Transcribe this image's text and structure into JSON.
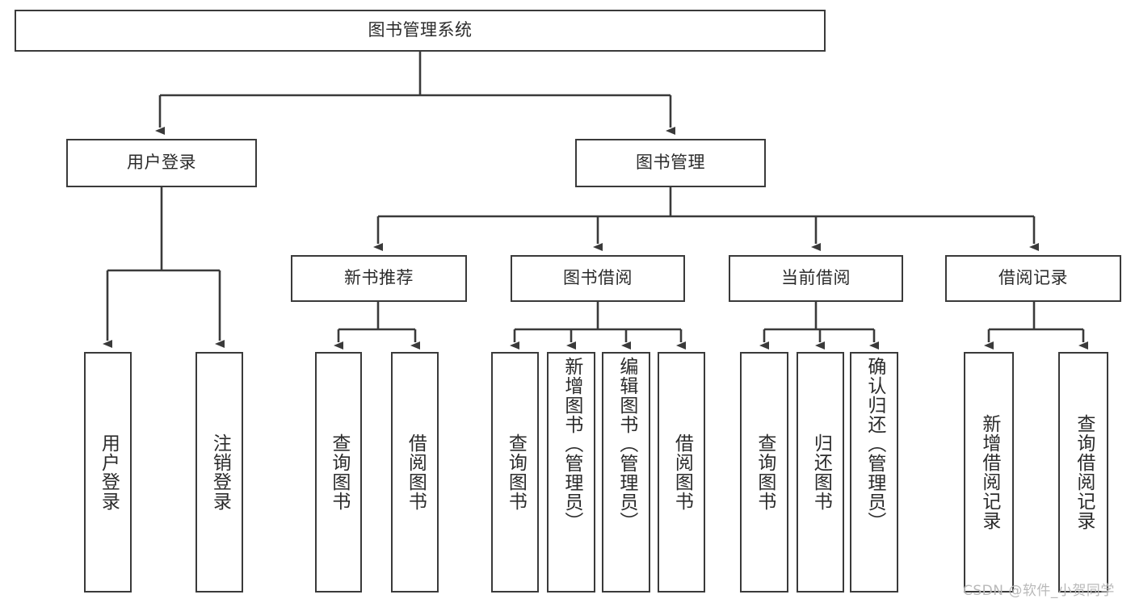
{
  "diagram": {
    "title": "图书管理系统",
    "type": "tree-hierarchy-chart",
    "root": {
      "id": "root",
      "label": "图书管理系统"
    },
    "level2": [
      {
        "id": "user-login",
        "label": "用户登录"
      },
      {
        "id": "book-manage",
        "label": "图书管理"
      }
    ],
    "level3": [
      {
        "id": "new-book-rec",
        "label": "新书推荐"
      },
      {
        "id": "book-borrow",
        "label": "图书借阅"
      },
      {
        "id": "current-borrow",
        "label": "当前借阅"
      },
      {
        "id": "borrow-record",
        "label": "借阅记录"
      }
    ],
    "leaves": [
      {
        "id": "leaf-user-login",
        "label": "用户登录",
        "parent": "user-login"
      },
      {
        "id": "leaf-user-logout",
        "label": "注销登录",
        "parent": "user-login"
      },
      {
        "id": "leaf-query-book-1",
        "label": "查询图书",
        "parent": "new-book-rec"
      },
      {
        "id": "leaf-borrow-book-1",
        "label": "借阅图书",
        "parent": "new-book-rec"
      },
      {
        "id": "leaf-query-book-2",
        "label": "查询图书",
        "parent": "book-borrow"
      },
      {
        "id": "leaf-add-book",
        "label": "新增图书（管理员）",
        "parent": "book-borrow"
      },
      {
        "id": "leaf-edit-book",
        "label": "编辑图书（管理员）",
        "parent": "book-borrow"
      },
      {
        "id": "leaf-borrow-book-2",
        "label": "借阅图书",
        "parent": "book-borrow"
      },
      {
        "id": "leaf-query-book-3",
        "label": "查询图书",
        "parent": "current-borrow"
      },
      {
        "id": "leaf-return-book",
        "label": "归还图书",
        "parent": "current-borrow"
      },
      {
        "id": "leaf-confirm-return",
        "label": "确认归还（管理员）",
        "parent": "current-borrow"
      },
      {
        "id": "leaf-add-record",
        "label": "新增借阅记录",
        "parent": "borrow-record"
      },
      {
        "id": "leaf-query-record",
        "label": "查询借阅记录",
        "parent": "borrow-record"
      }
    ],
    "colors": {
      "stroke": "#3a3a3a",
      "text": "#2b2b2b",
      "background": "#ffffff",
      "watermark": "#b9b9b9"
    }
  },
  "watermark": {
    "text": "CSDN @软件_小贺同学"
  }
}
